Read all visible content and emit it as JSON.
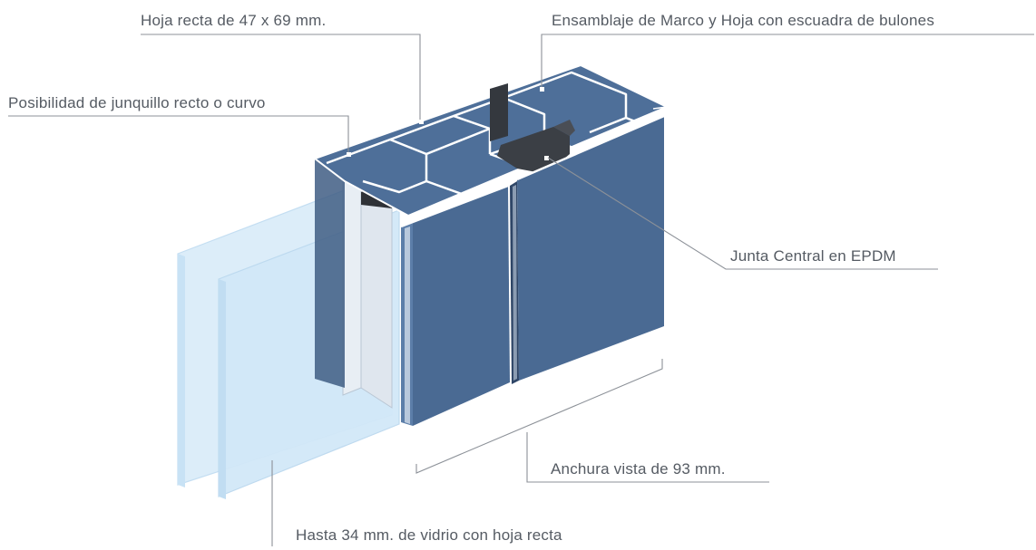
{
  "callouts": {
    "hoja_recta": "Hoja recta de 47 x 69 mm.",
    "ensamblaje": "Ensamblaje de Marco y Hoja con escuadra de bulones",
    "junquillo": "Posibilidad de junquillo recto o curvo",
    "junta_central": "Junta Central en EPDM",
    "anchura_vista": "Anchura vista de 93 mm.",
    "vidrio": "Hasta 34 mm. de vidrio con hoja recta"
  },
  "colors": {
    "profile_face": "#4a6a93",
    "profile_side": "#3d5a80",
    "profile_top": "#5b7ca6",
    "gasket": "#3a3d42",
    "glass": "#d3e9f8",
    "leader_line": "#8c9198",
    "label_text": "#555b63"
  }
}
